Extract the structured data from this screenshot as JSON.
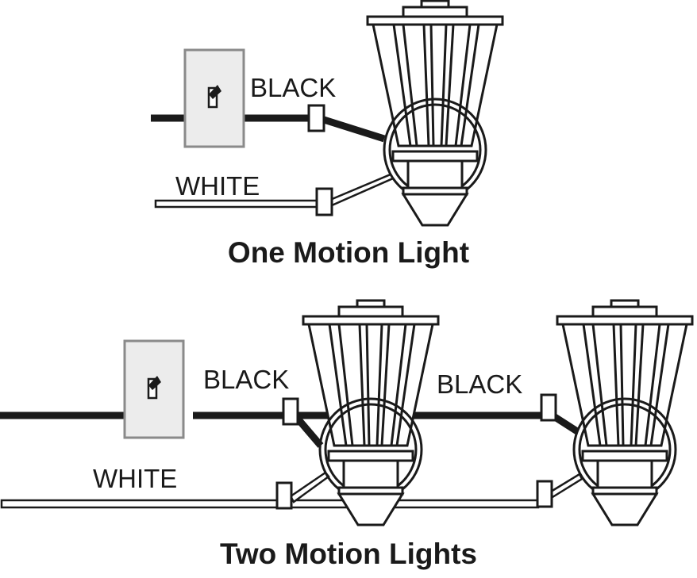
{
  "colors": {
    "ink": "#1a1a1a",
    "switch_fill": "#ececec",
    "switch_border": "#8a8a8a",
    "background": "#ffffff"
  },
  "diagram_one": {
    "title": "One Motion Light",
    "black_label": "BLACK",
    "white_label": "WHITE"
  },
  "diagram_two": {
    "title": "Two Motion Lights",
    "black_label_1": "BLACK",
    "black_label_2": "BLACK",
    "white_label": "WHITE"
  }
}
